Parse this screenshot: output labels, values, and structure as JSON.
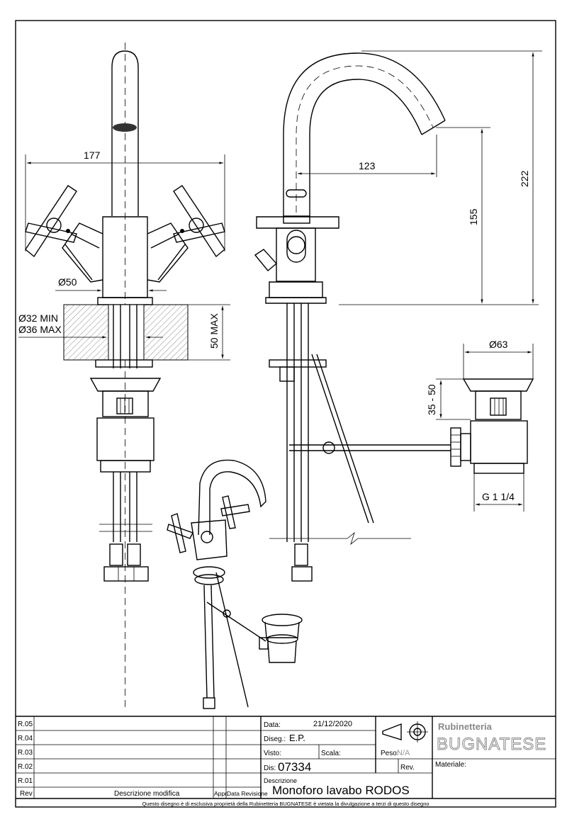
{
  "dimensions": {
    "width_total": "177",
    "diam_base": "Ø50",
    "hole_min": "Ø32 MIN",
    "hole_max": "Ø36 MAX",
    "deck_max": "50 MAX",
    "reach": "123",
    "height_spout": "155",
    "height_total": "222",
    "waste_diam": "Ø63",
    "waste_range": "35 - 50",
    "waste_thread": "G 1 1/4"
  },
  "title_block": {
    "revisions": [
      "R.05",
      "R.04",
      "R.03",
      "R.02",
      "R.01"
    ],
    "col_rev": "Rev",
    "col_desc": "Descrizione modifica",
    "col_appr": "Appr.",
    "col_date": "Data Revisione",
    "data_label": "Data:",
    "data_value": "21/12/2020",
    "diseg_label": "Diseg.:",
    "diseg_value": "E.P.",
    "visto_label": "Visto:",
    "scala_label": "Scala:",
    "peso_label": "Peso:",
    "peso_value": "N/A",
    "dis_label": "Dis:",
    "dis_value": "07334",
    "rev_label": "Rev.",
    "descr_label": "Descrizione",
    "descr_value": "Monoforo lavabo RODOS",
    "materiale_label": "Materiale:",
    "brand_small": "Rubinetteria",
    "brand_big": "BUGNATESE",
    "footer": "Questo disegno è di esclusiva proprietà della Rubinetteria BUGNATESE è vietata la divulgazione a terzi di questo disegno"
  },
  "colors": {
    "line": "#000000",
    "hatch": "#555555",
    "peso": "#999999",
    "brand": "#888888"
  }
}
